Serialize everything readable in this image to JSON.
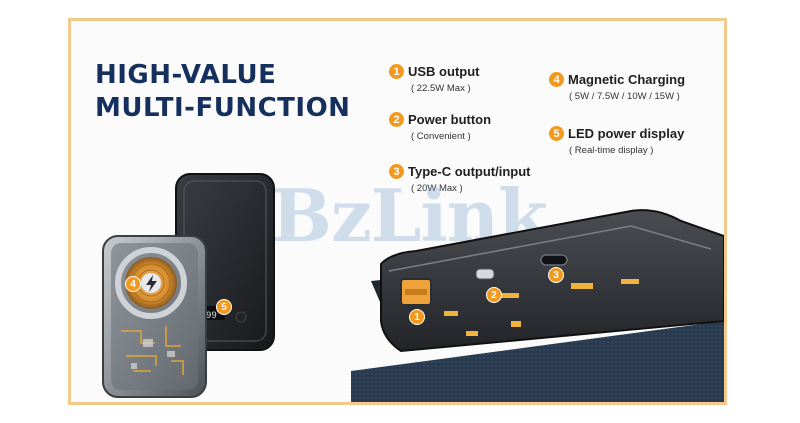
{
  "headline": {
    "line1": "HIGH-VALUE",
    "line2": "MULTI-FUNCTION"
  },
  "watermark": "BzLink",
  "accent_color": "#f39a1e",
  "features": [
    {
      "num": "1",
      "title": "USB output",
      "desc": "( 22.5W Max )"
    },
    {
      "num": "2",
      "title": "Power button",
      "desc": "( Convenient )"
    },
    {
      "num": "3",
      "title": "Type-C output/input",
      "desc": "( 20W  Max )"
    },
    {
      "num": "4",
      "title": "Magnetic Charging",
      "desc": "( 5W / 7.5W / 10W / 15W )"
    },
    {
      "num": "5",
      "title": "LED power display",
      "desc": "( Real-time display )"
    }
  ],
  "markers": [
    "1",
    "2",
    "3",
    "4",
    "5"
  ],
  "display_reading": "99"
}
